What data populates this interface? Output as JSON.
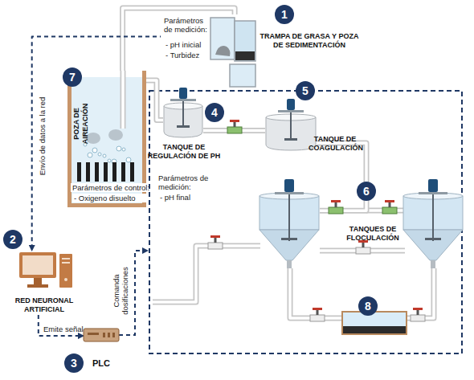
{
  "diagram": {
    "nodes": [
      {
        "text": [
          "TRAMPA DE GRASA Y POZA DE SEDIMENTACIÓN"
        ]
      },
      {
        "text": [
          "POZA DE AIREACIÓN"
        ]
      },
      {
        "text": [
          "RED NEURONAL ARTIFICIAL"
        ]
      },
      {
        "text": [
          "PLC"
        ]
      },
      {
        "text": [
          "TANQUE DE REGULACIÓN DE PH"
        ]
      },
      {
        "text": [
          "TANQUE DE COAGULACIÓN"
        ]
      },
      {
        "text": [
          "TANQUES DE FLOCULACIÓN"
        ]
      }
    ],
    "edges": [
      {
        "from": 0,
        "to": 1,
        "arrow": "none"
      },
      {
        "from": 1,
        "to": 4,
        "arrow": "none"
      },
      {
        "from": 4,
        "to": 5,
        "arrow": "none"
      },
      {
        "from": 5,
        "to": 6,
        "arrow": "none"
      },
      {
        "from": 0,
        "to": 2,
        "label": "Envío de datos a la red",
        "arrow": "to"
      },
      {
        "from": 2,
        "to": 3,
        "label": "Emite señal",
        "arrow": "to"
      }
    ],
    "labels": [
      "1",
      "2",
      "3",
      "4",
      "5",
      "6",
      "7",
      "8",
      "Parámetros de medición:",
      "- pH inicial",
      "- Turbidez",
      "Parámetros de control:",
      "- Oxigeno disuelto",
      "Parámetros de medición:",
      "- pH final",
      "Comanda dosificaciones"
    ]
  }
}
